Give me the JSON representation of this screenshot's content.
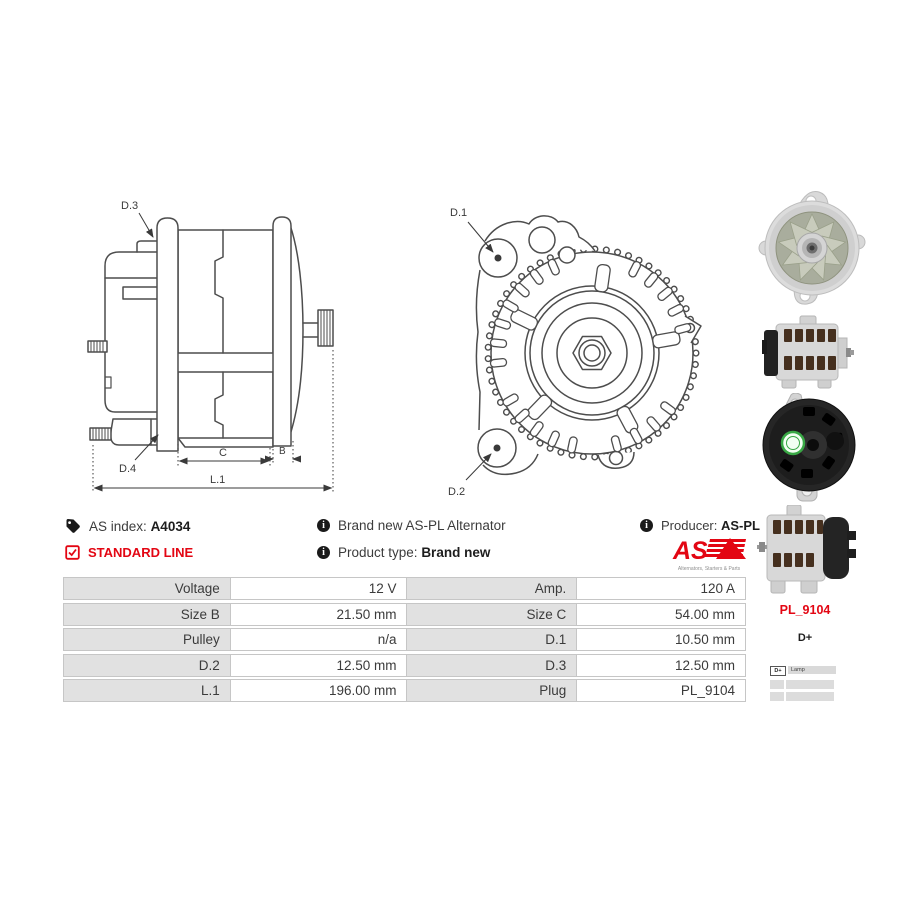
{
  "drawing_side": {
    "labels": {
      "d3": "D.3",
      "d4": "D.4",
      "c": "C",
      "b": "B",
      "l1": "L.1"
    }
  },
  "drawing_front": {
    "labels": {
      "d1": "D.1",
      "d2": "D.2"
    }
  },
  "info": {
    "as_index_label": "AS index:",
    "as_index_value": "A4034",
    "standard_line": "STANDARD LINE",
    "description": "Brand new AS-PL Alternator",
    "product_type_label": "Product type:",
    "product_type_value": "Brand new",
    "producer_label": "Producer:",
    "producer_value": "AS-PL",
    "info_icon_glyph": "i",
    "logo_text": "AS",
    "logo_caption": "Alternators, Starters & Parts"
  },
  "spec_table": {
    "rows": [
      {
        "c0": "Voltage",
        "c1": "12 V",
        "c2": "Amp.",
        "c3": "120 A"
      },
      {
        "c0": "Size B",
        "c1": "21.50 mm",
        "c2": "Size C",
        "c3": "54.00 mm"
      },
      {
        "c0": "Pulley",
        "c1": "n/a",
        "c2": "D.1",
        "c3": "10.50 mm"
      },
      {
        "c0": "D.2",
        "c1": "12.50 mm",
        "c2": "D.3",
        "c3": "12.50 mm"
      },
      {
        "c0": "L.1",
        "c1": "196.00 mm",
        "c2": "Plug",
        "c3": "PL_9104"
      }
    ]
  },
  "plug": {
    "code": "PL_9104",
    "terminal": "D+",
    "pin_header": {
      "pin": "D+",
      "signal": "Lamp"
    }
  },
  "colors": {
    "accent_red": "#e30613",
    "table_label_bg": "#e1e1e1",
    "line": "#4d4d4d"
  }
}
